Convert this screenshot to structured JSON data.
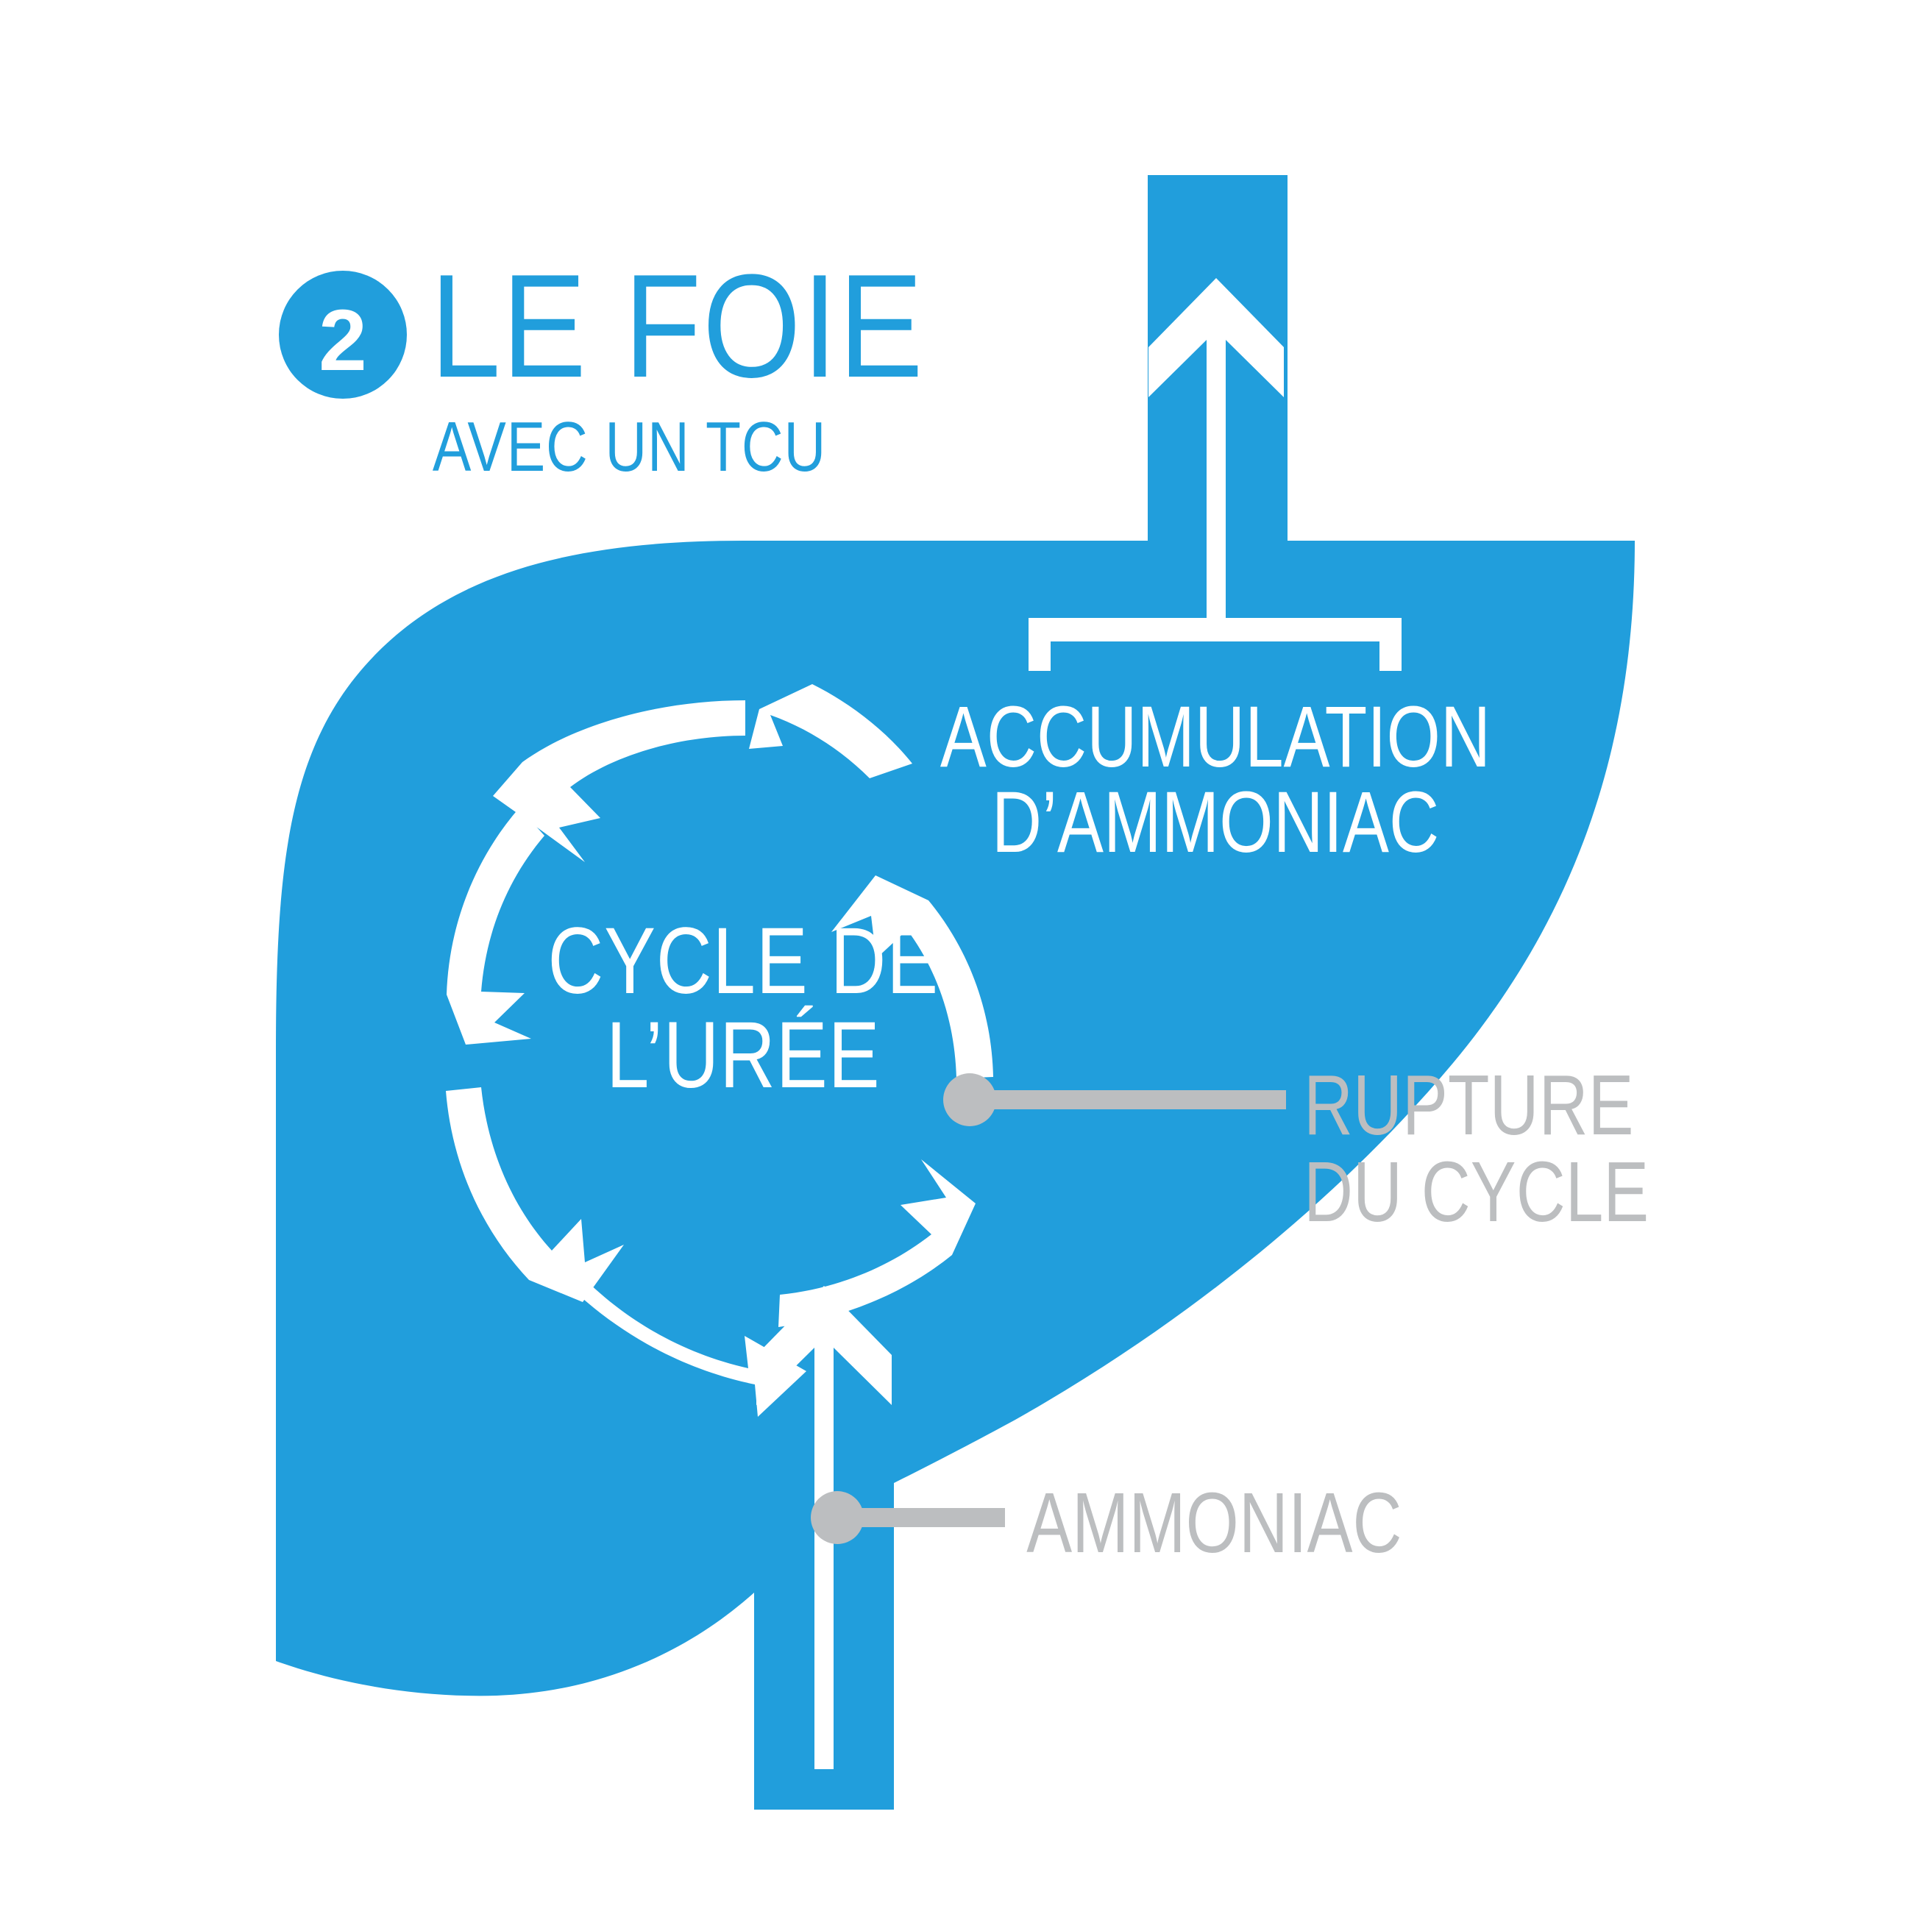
{
  "figure": {
    "type": "medical-infographic",
    "subject": "liver-urea-cycle-ucd",
    "background_color": "#ffffff"
  },
  "colors": {
    "brand_blue": "#219EDC",
    "white": "#FFFFFF",
    "label_gray": "#BCBEC0"
  },
  "header": {
    "badge_number": "2",
    "title": "LE FOIE",
    "subtitle": "AVEC UN TCU"
  },
  "liver": {
    "name": "liver-organ-shape",
    "fill": "#219EDC"
  },
  "cycle": {
    "label_line_1": "CYCLE DE",
    "label_line_2": "L’URÉE",
    "arrow_count": 6,
    "direction": "clockwise",
    "arrow_color": "#FFFFFF"
  },
  "annotations": {
    "accumulation": {
      "line_1": "ACCUMULATION",
      "line_2": "D’AMMONIAC",
      "color": "#FFFFFF",
      "arrow_direction": "up"
    },
    "rupture": {
      "line_1": "RUPTURE",
      "line_2": "DU CYCLE",
      "color": "#BCBEC0",
      "leader": "dot-and-line"
    },
    "ammoniac": {
      "line_1": "AMMONIAC",
      "color": "#BCBEC0",
      "leader": "dot-and-line"
    },
    "inflow": {
      "name": "ammonia-inflow-arrow",
      "arrow_direction": "up",
      "color": "#FFFFFF"
    }
  }
}
